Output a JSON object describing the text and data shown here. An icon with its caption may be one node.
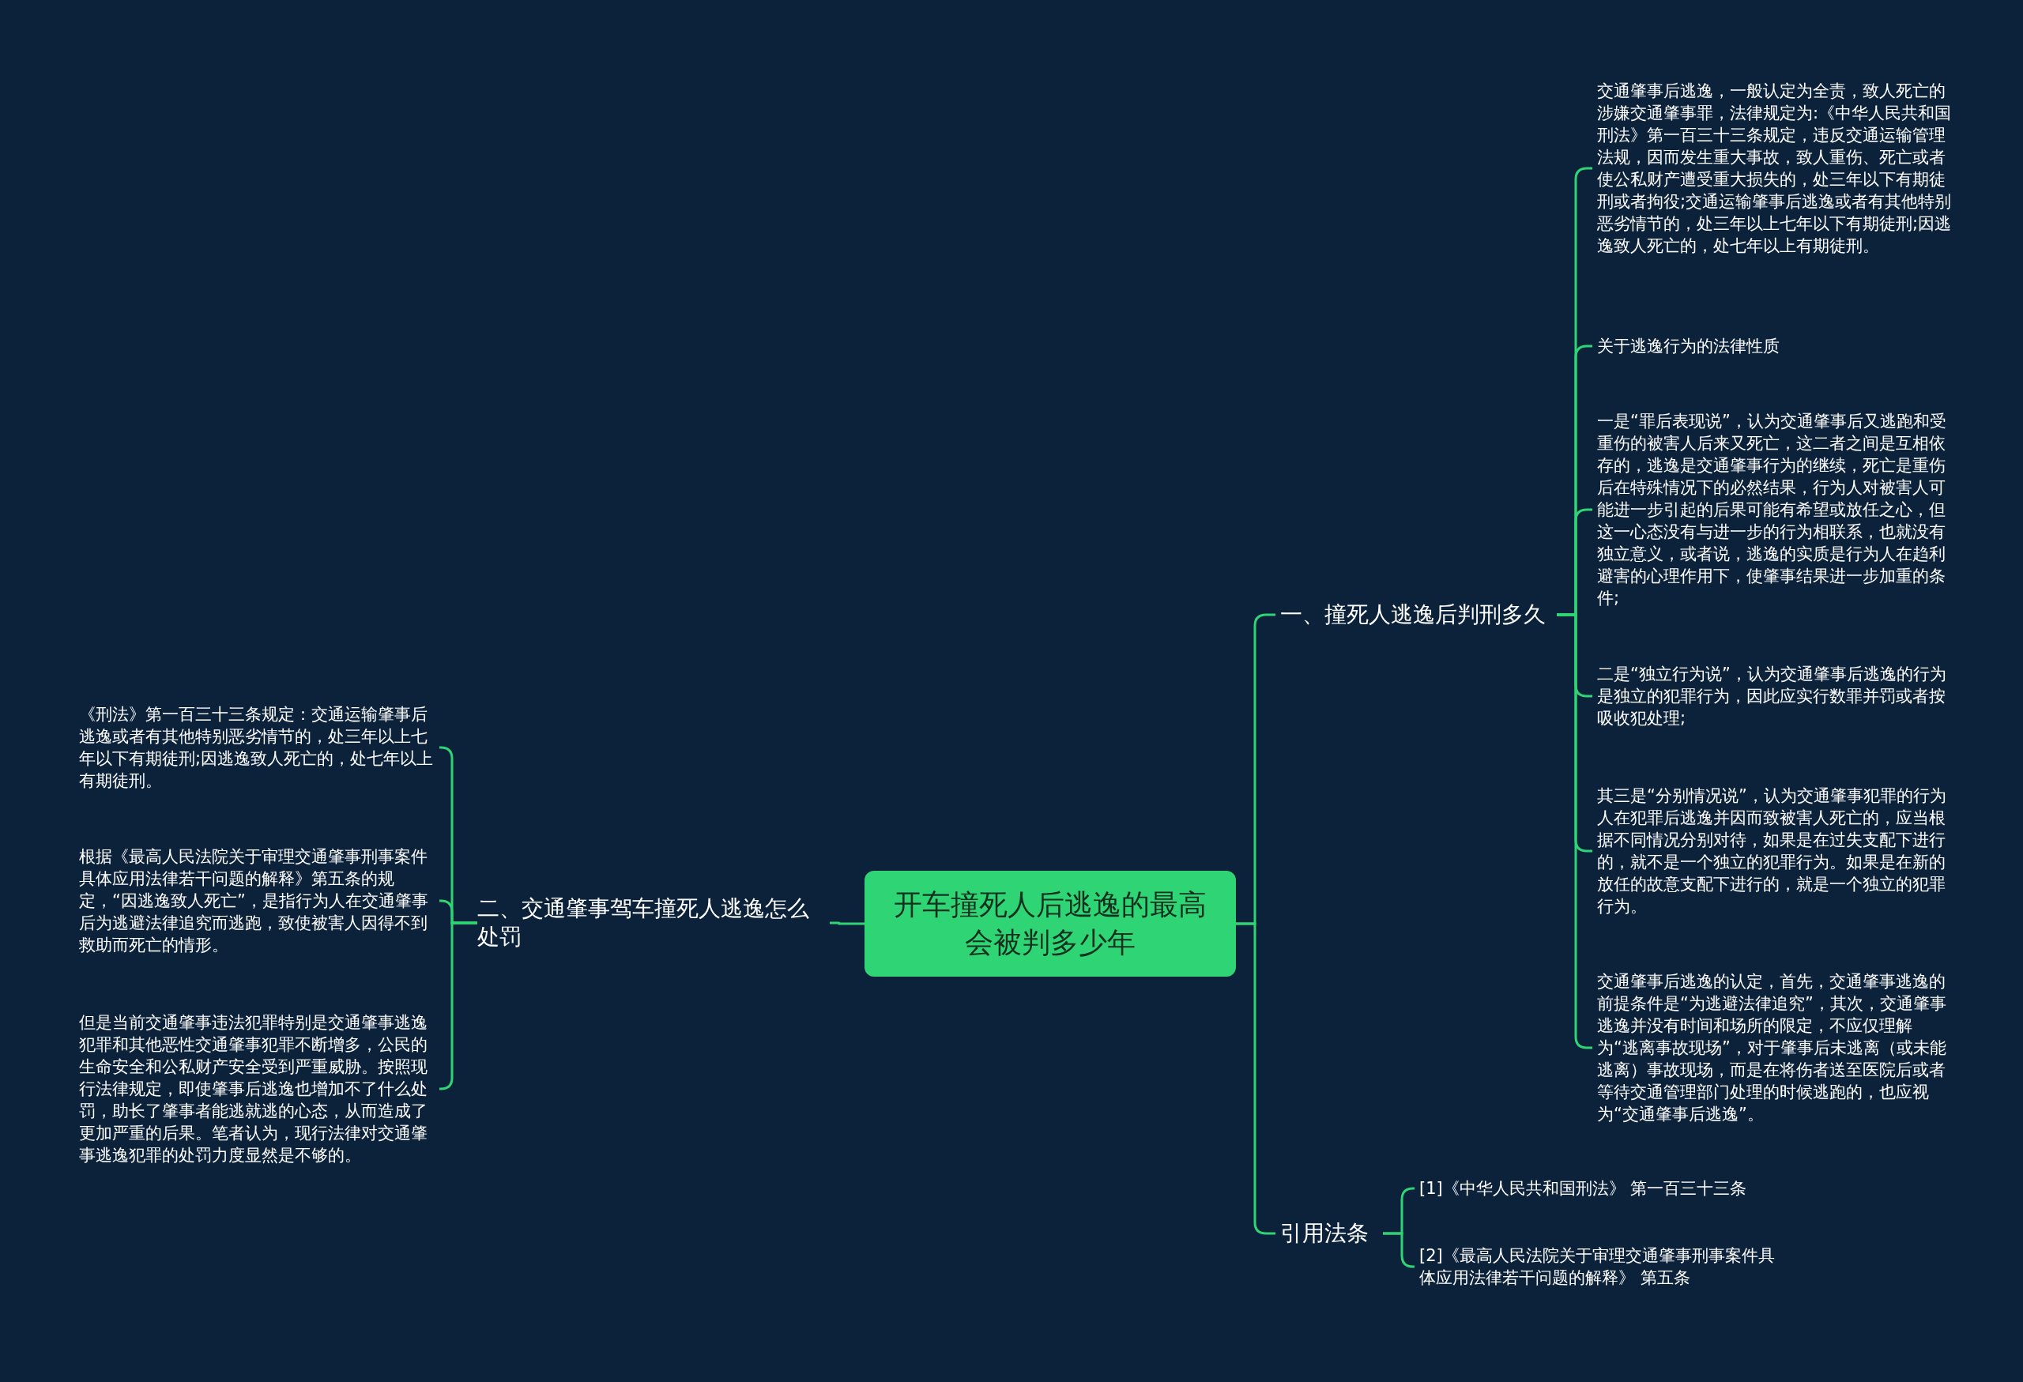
{
  "diagram": {
    "nodes": [
      {
        "text": [
          "开车撞死人后逃逸的最高会被判多少年"
        ]
      },
      {
        "text": [
          "一、撞死人逃逸后判刑多久"
        ]
      },
      {
        "text": [
          "交通肇事后逃逸，一般认定为全责，致人死亡的涉嫌交通肇事罪，法律规定为:《中华人民共和国刑法》第一百三十三条规定，违反交通运输管理法规，因而发生重大事故，致人重伤、死亡或者使公私财产遭受重大损失的，处三年以下有期徒刑或者拘役;交通运输肇事后逃逸或者有其他特别恶劣情节的，处三年以上七年以下有期徒刑;因逃逸致人死亡的，处七年以上有期徒刑。"
        ]
      },
      {
        "text": [
          "关于逃逸行为的法律性质"
        ]
      },
      {
        "text": [
          "一是“罪后表现说”，认为交通肇事后又逃跑和受重伤的被害人后来又死亡，这二者之间是互相依存的，逃逸是交通肇事行为的继续，死亡是重伤后在特殊情况下的必然结果，行为人对被害人可能进一步引起的后果可能有希望或放任之心，但这一心态没有与进一步的行为相联系，也就没有独立意义，或者说，逃逸的实质是行为人在趋利避害的心理作用下，使肇事结果进一步加重的条件;"
        ]
      },
      {
        "text": [
          "二是“独立行为说”，认为交通肇事后逃逸的行为是独立的犯罪行为，因此应实行数罪并罚或者按吸收犯处理;"
        ]
      },
      {
        "text": [
          "其三是“分别情况说”，认为交通肇事犯罪的行为人在犯罪后逃逸并因而致被害人死亡的，应当根据不同情况分别对待，如果是在过失支配下进行的，就不是一个独立的犯罪行为。如果是在新的放任的故意支配下进行的，就是一个独立的犯罪行为。"
        ]
      },
      {
        "text": [
          "交通肇事后逃逸的认定，首先，交通肇事逃逸的前提条件是“为逃避法律追究”，其次，交通肇事逃逸并没有时间和场所的限定，不应仅理解为“逃离事故现场”，对于肇事后未逃离（或未能逃离）事故现场，而是在将伤者送至医院后或者等待交通管理部门处理的时候逃跑的，也应视为“交通肇事后逃逸”。"
        ]
      },
      {
        "text": [
          "引用法条"
        ]
      },
      {
        "text": [
          "[1]《中华人民共和国刑法》 第一百三十三条"
        ]
      },
      {
        "text": [
          "[2]《最高人民法院关于审理交通肇事刑事案件具体应用法律若干问题的解释》 第五条"
        ]
      },
      {
        "text": [
          "二、交通肇事驾车撞死人逃逸怎么处罚"
        ]
      },
      {
        "text": [
          "《刑法》第一百三十三条规定：交通运输肇事后逃逸或者有其他特别恶劣情节的，处三年以上七年以下有期徒刑;因逃逸致人死亡的，处七年以上有期徒刑。"
        ]
      },
      {
        "text": [
          "根据《最高人民法院关于审理交通肇事刑事案件具体应用法律若干问题的解释》第五条的规定，“因逃逸致人死亡”，是指行为人在交通肇事后为逃避法律追究而逃跑，致使被害人因得不到救助而死亡的情形。"
        ]
      },
      {
        "text": [
          "但是当前交通肇事违法犯罪特别是交通肇事逃逸犯罪和其他恶性交通肇事犯罪不断增多，公民的生命安全和公私财产安全受到严重威胁。按照现行法律规定，即使肇事后逃逸也增加不了什么处罚，助长了肇事者能逃就逃的心态，从而造成了更加严重的后果。笔者认为，现行法律对交通肇事逃逸犯罪的处罚力度显然是不够的。"
        ]
      }
    ],
    "edges": [
      {
        "from": 0,
        "to": 1,
        "arrow": "none"
      },
      {
        "from": 1,
        "to": 2,
        "arrow": "none"
      },
      {
        "from": 1,
        "to": 3,
        "arrow": "none"
      },
      {
        "from": 1,
        "to": 4,
        "arrow": "none"
      },
      {
        "from": 1,
        "to": 5,
        "arrow": "none"
      },
      {
        "from": 1,
        "to": 6,
        "arrow": "none"
      },
      {
        "from": 1,
        "to": 7,
        "arrow": "none"
      },
      {
        "from": 0,
        "to": 8,
        "arrow": "none"
      },
      {
        "from": 8,
        "to": 9,
        "arrow": "none"
      },
      {
        "from": 8,
        "to": 10,
        "arrow": "none"
      },
      {
        "from": 0,
        "to": 11,
        "arrow": "none"
      },
      {
        "from": 11,
        "to": 12,
        "arrow": "none"
      },
      {
        "from": 11,
        "to": 13,
        "arrow": "none"
      },
      {
        "from": 11,
        "to": 14,
        "arrow": "none"
      }
    ]
  }
}
